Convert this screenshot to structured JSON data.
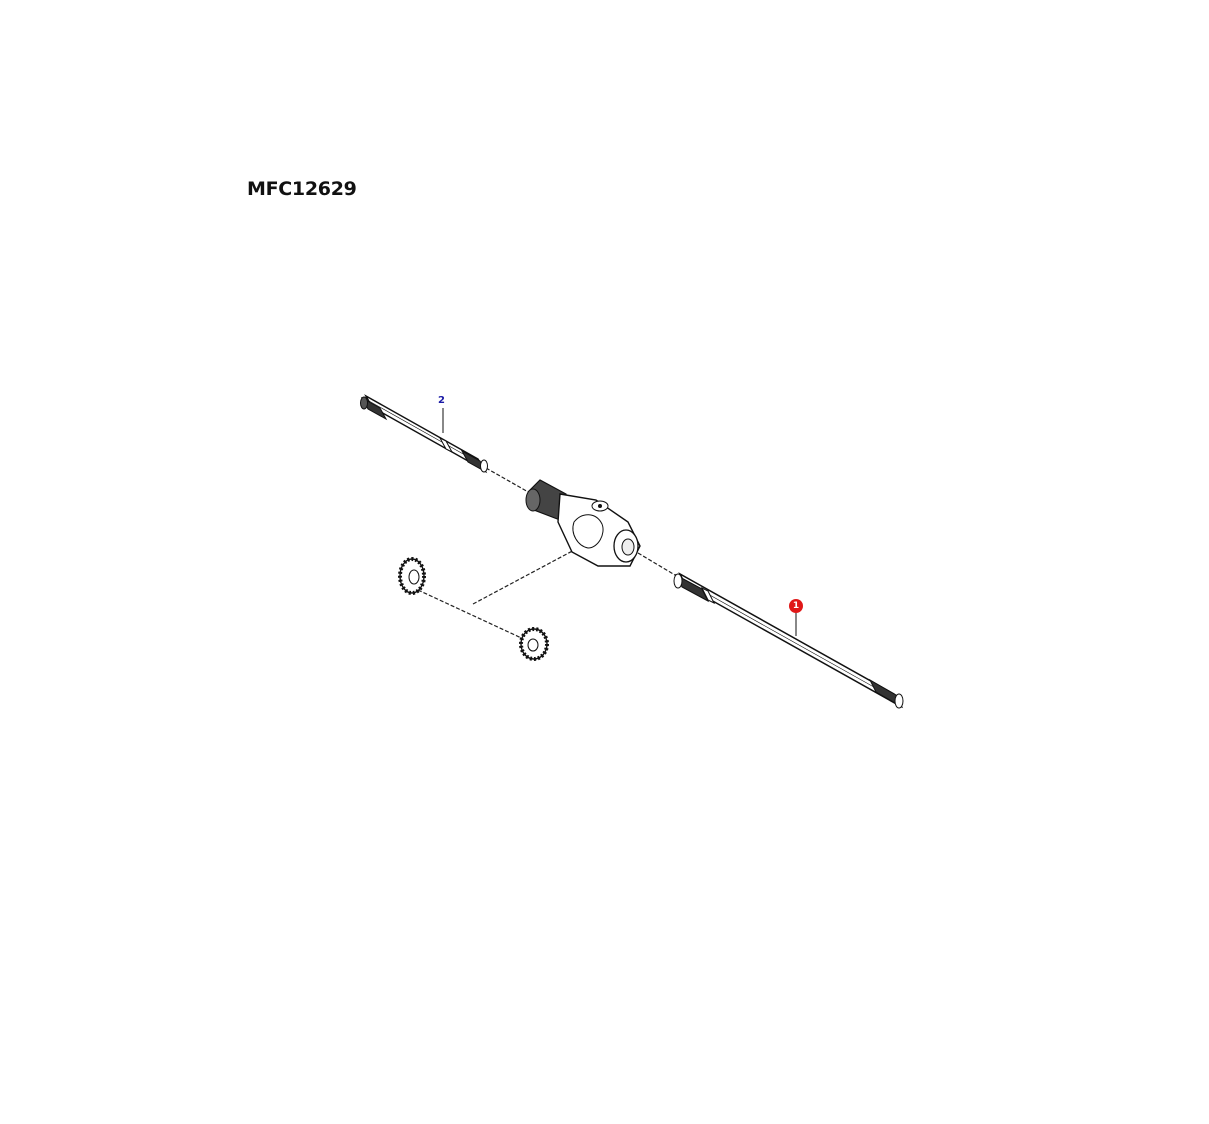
{
  "diagram": {
    "code": "MFC12629",
    "callouts": [
      {
        "label": "1",
        "color": "#e01818",
        "highlighted": true
      },
      {
        "label": "2",
        "color": "#1a1aa6",
        "highlighted": false
      }
    ]
  }
}
